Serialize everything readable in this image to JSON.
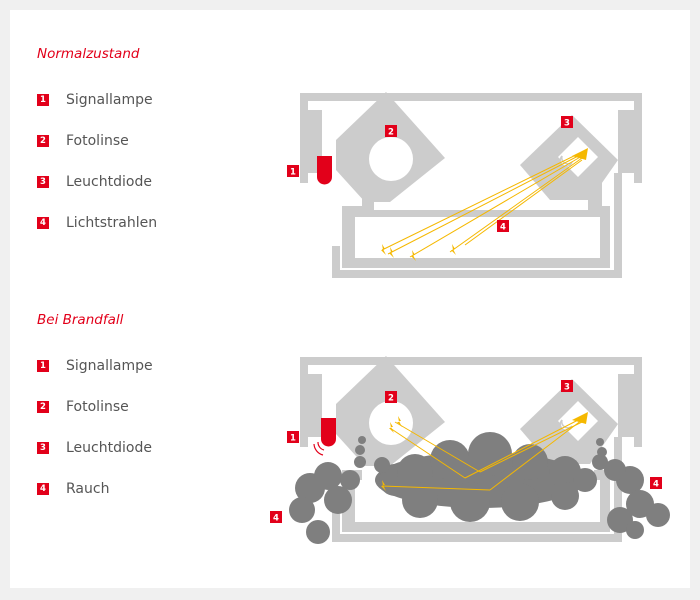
{
  "sections": [
    {
      "title": "Normalzustand",
      "legend": [
        {
          "num": "1",
          "label": "Signallampe"
        },
        {
          "num": "2",
          "label": "Fotolinse"
        },
        {
          "num": "3",
          "label": "Leuchtdiode"
        },
        {
          "num": "4",
          "label": "Lichtstrahlen"
        }
      ]
    },
    {
      "title": "Bei Brandfall",
      "legend": [
        {
          "num": "1",
          "label": "Signallampe"
        },
        {
          "num": "2",
          "label": "Fotolinse"
        },
        {
          "num": "3",
          "label": "Leuchtdiode"
        },
        {
          "num": "4",
          "label": "Rauch"
        }
      ]
    }
  ],
  "colors": {
    "accent": "#e2001a",
    "housing": "#cccccc",
    "light_ray": "#f5b800",
    "smoke": "#7f7f7f",
    "label_text": "#555555"
  }
}
